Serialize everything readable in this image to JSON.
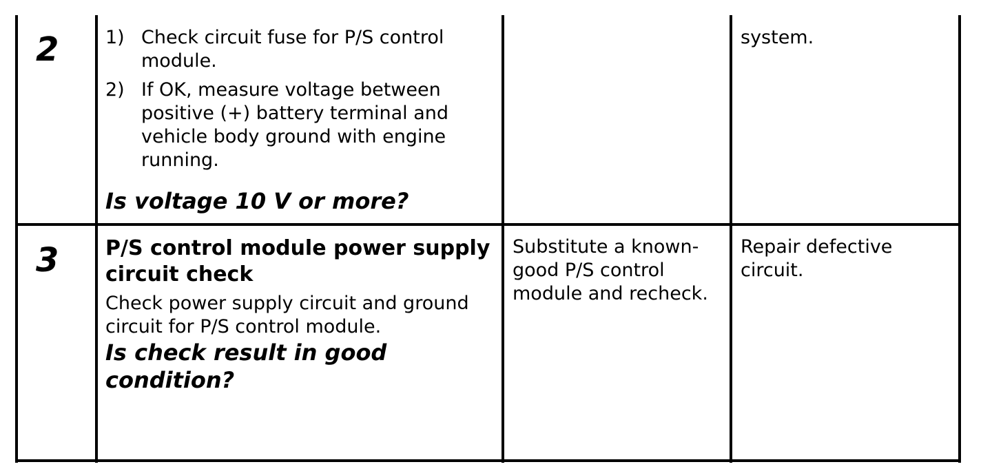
{
  "rows": [
    {
      "step": "2",
      "items": [
        {
          "num": "1)",
          "text": "Check circuit fuse for P/S control module."
        },
        {
          "num": "2)",
          "text": "If OK, measure voltage between positive (+) battery terminal and vehicle body ground with engine running."
        }
      ],
      "question": "Is voltage 10 V or more?",
      "yes_action": "",
      "no_action": "system."
    },
    {
      "step": "3",
      "heading": "P/S control module power supply circuit check",
      "description": "Check power supply circuit and ground circuit for P/S control module.",
      "question": "Is check result in good condition?",
      "yes_action": "Substitute a known-good P/S control module and recheck.",
      "no_action": "Repair defective circuit."
    }
  ]
}
